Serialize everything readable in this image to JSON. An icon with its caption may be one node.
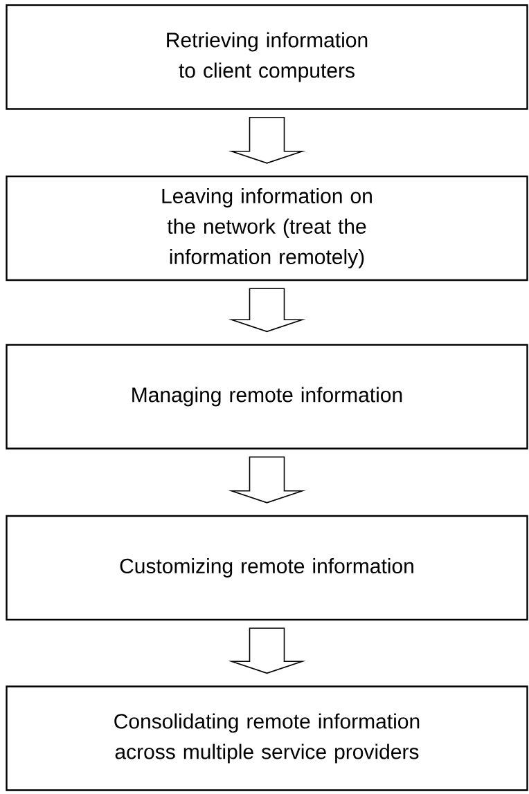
{
  "diagram": {
    "nodes": [
      {
        "text": [
          "Retrieving information to client computers"
        ]
      },
      {
        "text": [
          "Leaving information on the network (treat the information remotely)"
        ]
      },
      {
        "text": [
          "Managing remote information"
        ]
      },
      {
        "text": [
          "Customizing remote information"
        ]
      },
      {
        "text": [
          "Consolidating remote information across multiple service providers"
        ]
      }
    ],
    "edges": [
      {
        "from": 0,
        "to": 1,
        "arrow": "to"
      },
      {
        "from": 1,
        "to": 2,
        "arrow": "to"
      },
      {
        "from": 2,
        "to": 3,
        "arrow": "to"
      },
      {
        "from": 3,
        "to": 4,
        "arrow": "to"
      }
    ]
  }
}
